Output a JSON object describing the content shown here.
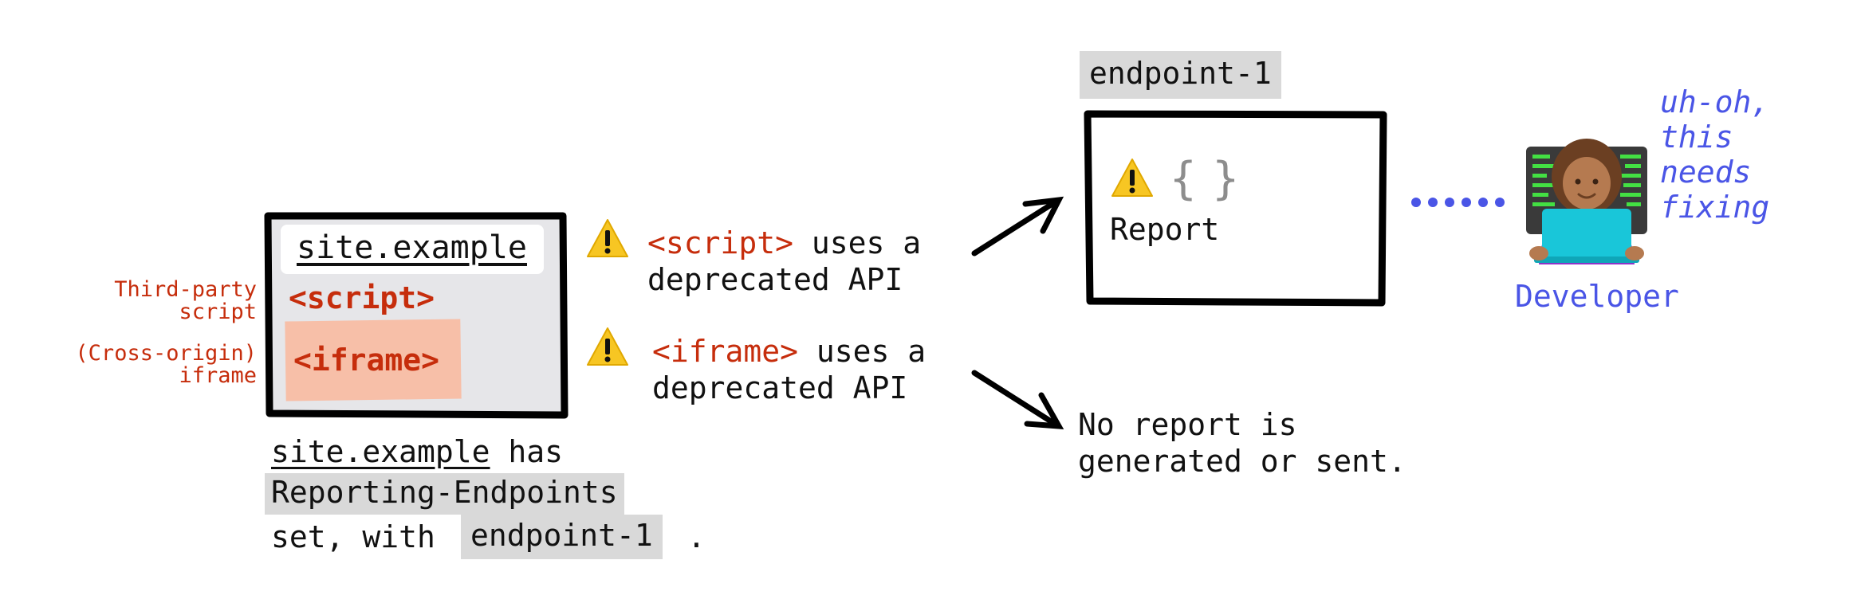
{
  "side_labels": {
    "third_party_line1": "Third-party",
    "third_party_line2": "script",
    "cross_origin_line1": "(Cross-origin)",
    "cross_origin_line2": "iframe"
  },
  "browser": {
    "url": "site.example",
    "script_tag": "<script>",
    "iframe_tag": "<iframe>"
  },
  "caption": {
    "site": "site.example",
    "has": " has",
    "header": "Reporting-Endpoints",
    "set_with": "set, with",
    "endpoint": "endpoint-1",
    "period": "."
  },
  "events": [
    {
      "tag": "<script>",
      "text_line1": " uses a",
      "text_line2": "deprecated API"
    },
    {
      "tag": "<iframe>",
      "text_line1": " uses a",
      "text_line2": "deprecated API"
    }
  ],
  "endpoint": {
    "label": "endpoint-1",
    "braces": "{ }",
    "report_label": "Report"
  },
  "no_report": {
    "line1": "No report is",
    "line2": "generated or sent."
  },
  "developer": {
    "label": "Developer",
    "speech_line1": "uh-oh,",
    "speech_line2": "this",
    "speech_line3": "needs",
    "speech_line4": "fixing"
  },
  "colors": {
    "red_text": "#c62d0c",
    "blue_text": "#4a55e6",
    "iframe_fill": "#f7bfa8",
    "browser_fill": "#e6e6e9",
    "chip_gray": "#d9d9d9",
    "warning_yellow": "#f7c623"
  }
}
